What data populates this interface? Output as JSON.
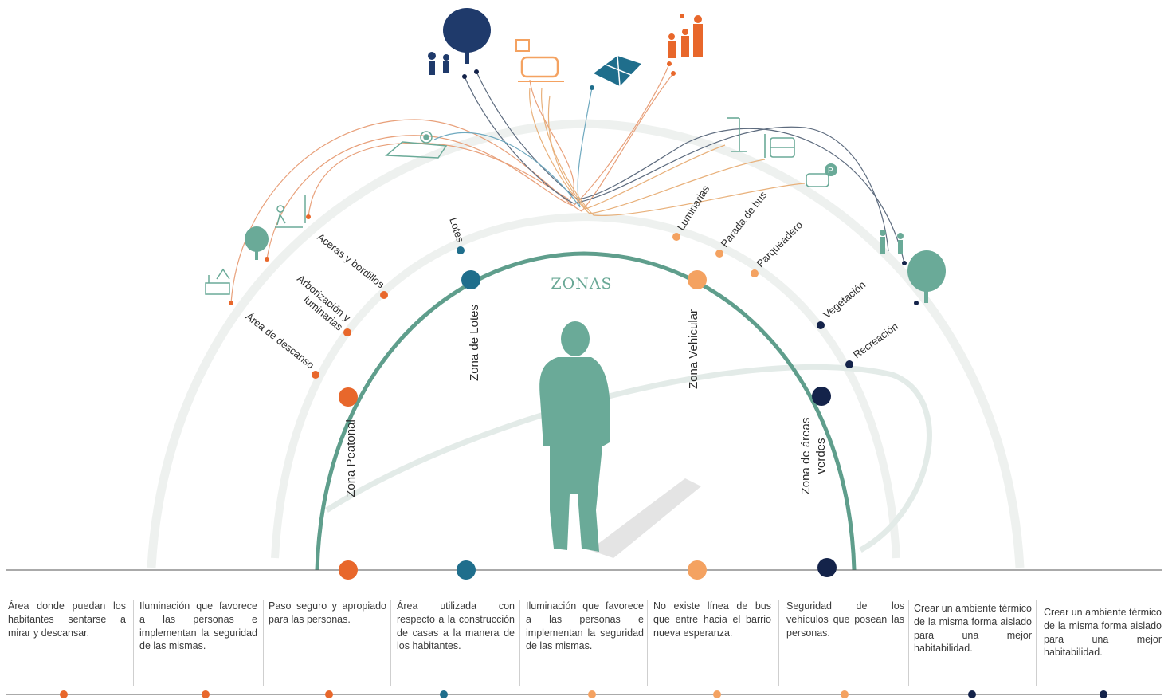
{
  "diagram": {
    "title": "ZONAS",
    "colors": {
      "teal": "#5f9e8c",
      "orange": "#e8672b",
      "light_orange": "#f4a261",
      "blue": "#1f6e8c",
      "navy": "#14234a",
      "figure": "#6aaa98",
      "arc_light": "#eef1ef"
    },
    "zones": [
      {
        "id": "peatonal",
        "label": "Zona Peatonal",
        "color": "#e8672b"
      },
      {
        "id": "lotes",
        "label": "Zona de Lotes",
        "color": "#1f6e8c"
      },
      {
        "id": "vehicular",
        "label": "Zona Vehicular",
        "color": "#f4a261"
      },
      {
        "id": "verdes",
        "label": "Zona de áreas verdes",
        "color": "#14234a"
      }
    ],
    "sub_items": [
      {
        "label": "Área de descanso",
        "color": "#e8672b",
        "icon": "bench-icon"
      },
      {
        "label": "Arborización y luminarias",
        "color": "#e8672b",
        "icon": "tree-icon"
      },
      {
        "label": "Aceras y bordillos",
        "color": "#e8672b",
        "icon": "sidewalk-icon"
      },
      {
        "label": "Lotes",
        "color": "#1f6e8c",
        "icon": "map-pin-icon"
      },
      {
        "label": "Luminarias",
        "color": "#f4a261",
        "icon": "streetlight-icon"
      },
      {
        "label": "Parada de bus",
        "color": "#f4a261",
        "icon": "bus-icon"
      },
      {
        "label": "Parqueadero",
        "color": "#f4a261",
        "icon": "parking-icon"
      },
      {
        "label": "Vegetación",
        "color": "#14234a",
        "icon": "big-tree-icon"
      },
      {
        "label": "Recreación",
        "color": "#14234a",
        "icon": "people-playing-icon"
      }
    ],
    "top_icons": [
      "people-tree-icon",
      "car-icon",
      "solar-panel-icon",
      "family-icon"
    ],
    "descriptions": [
      {
        "text": "Área donde puedan los habitantes sentarse a mirar y descansar.",
        "color": "#e8672b"
      },
      {
        "text": "Iluminación que favorece a las personas e implementan la seguridad de las mismas.",
        "color": "#e8672b"
      },
      {
        "text": "Paso seguro y apropiado para las personas.",
        "color": "#e8672b"
      },
      {
        "text": "Área utilizada con respecto a la construcción de casas a la manera de los habitantes.",
        "color": "#1f6e8c"
      },
      {
        "text": "Iluminación que favorece a las personas e implementan la seguridad de las mismas.",
        "color": "#f4a261"
      },
      {
        "text": "No existe línea de bus que entre hacia el barrio nueva esperanza.",
        "color": "#f4a261"
      },
      {
        "text": "Seguridad de los vehículos que posean las personas.",
        "color": "#f4a261"
      },
      {
        "text": "Crear un ambiente térmico de la misma forma aislado para una mejor habitabilidad.",
        "color": "#14234a"
      },
      {
        "text": "Crear un ambiente térmico de la misma forma aislado para una mejor habitabilidad.",
        "color": "#14234a"
      }
    ]
  }
}
